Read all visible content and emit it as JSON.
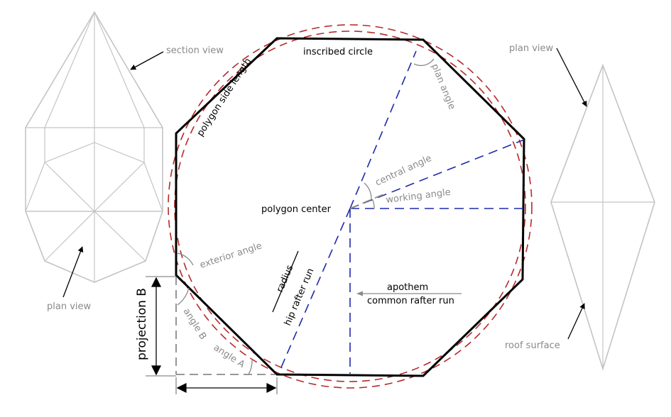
{
  "labels": {
    "section_view": "section view",
    "plan_view_left": "plan view",
    "plan_view_right": "plan view",
    "roof_surface": "roof surface",
    "inscribed_circle": "inscribed circle",
    "polygon_side_length": "polygon side length",
    "plan_angle": "plan angle",
    "central_angle": "central angle",
    "working_angle": "working angle",
    "polygon_center": "polygon center",
    "exterior_angle": "exterior angle",
    "radius": "radius",
    "hip_rafter_run": "hip rafter run",
    "apothem": "apothem",
    "common_rafter_run": "common rafter run",
    "projection_b": "projection B",
    "angle_b": "angle B",
    "angle_a": "angle A"
  },
  "colors": {
    "polygon": "#000000",
    "circle_dash": "#b52a2a",
    "radius_dash": "#1f2aa8",
    "annotation": "#8a8a8a",
    "ghost_view": "#c4c4c4"
  }
}
